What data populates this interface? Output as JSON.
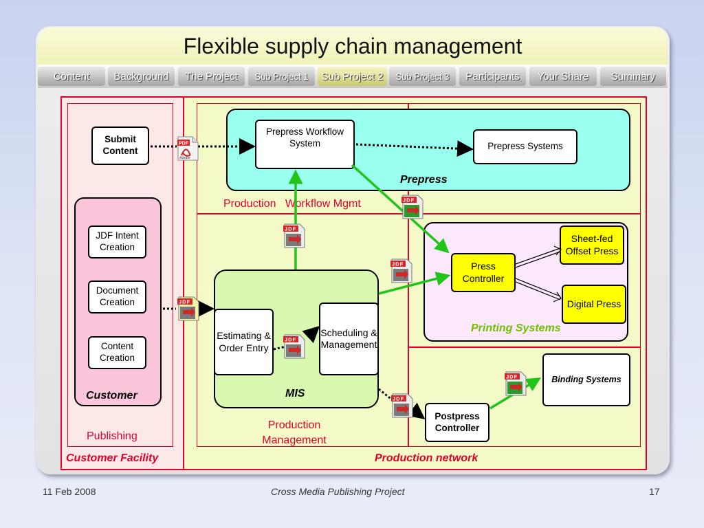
{
  "slide": {
    "title": "Flexible supply chain management"
  },
  "nav": {
    "tabs": [
      {
        "label": "Content"
      },
      {
        "label": "Background"
      },
      {
        "label": "The Project"
      },
      {
        "label": "Sub Project 1"
      },
      {
        "label": "Sub Project 2"
      },
      {
        "label": "Sub Project 3"
      },
      {
        "label": "Participants"
      },
      {
        "label": "Your Share"
      },
      {
        "label": "Summary"
      }
    ],
    "active_tab": "Sub Project 2"
  },
  "diagram": {
    "submit_content": "Submit Content",
    "customer_items": [
      "JDF Intent Creation",
      "Document Creation",
      "Content Creation"
    ],
    "customer_label": "Customer",
    "publishing_label": "Publishing",
    "customer_facility_label": "Customer Facility",
    "prepress_workflow": "Prepress Workflow System",
    "prepress_systems": "Prepress Systems",
    "prepress_label": "Prepress",
    "workflow_mgmt_label": "Production   Workflow Mgmt",
    "estimating": "Estimating & Order Entry",
    "scheduling": "Scheduling & Management",
    "mis_label": "MIS",
    "production_mgmt_label": "Production Management",
    "press_controller": "Press Controller",
    "sheetfed": "Sheet-fed Offset Press",
    "digital_press": "Digital Press",
    "printing_systems_label": "Printing Systems",
    "binding_systems": "Binding Systems",
    "postpress_controller": "Postpress Controller",
    "production_network_label": "Production network",
    "pdf_icon": {
      "top": "PDF",
      "bottom": "Adobe"
    },
    "jdf_icon": "JDF"
  },
  "footer": {
    "date": "11 Feb 2008",
    "center": "Cross Media Publishing Project",
    "page": "17"
  },
  "colors": {
    "red_border": "#e0002a",
    "customer_facility_fill": "#fde8e8",
    "production_fill": "#f4f9c8",
    "prepress_fill": "#99ffee",
    "mis_fill": "#d9f9b0",
    "printing_fill": "#fbe8fb",
    "customer_fill": "#fbc6dc",
    "highlight_box": "#ffff00",
    "arrow_green": "#22c41c"
  }
}
